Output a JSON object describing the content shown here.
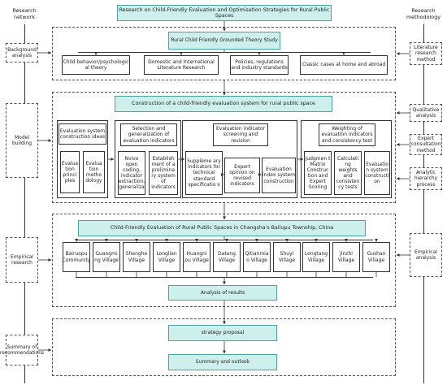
{
  "header": {
    "left": "Research network",
    "title": "Research on Child-Friendly Evaluation and Optimisation Strategies for Rural Public Spaces",
    "right": "Research methodology"
  },
  "left_labels": [
    "Background analysis",
    "Model building",
    "Empirical research",
    "Summary of recommendations"
  ],
  "right_labels": [
    "Literature research method",
    "Qualitative analysis",
    "Expert consultation method",
    "Analytic hierarchy process",
    "Empirical analysis"
  ],
  "section1": {
    "title": "Rural Child Friendly Grounded Theory Study",
    "items": [
      "Child behavior/psychologic al theory",
      "Domestic and International Literature Research",
      "Policies, regulations and industry standards",
      "Classic cases at home and abroad"
    ]
  },
  "section2": {
    "title": "Construction of a child-friendly evaluation system for rural public space",
    "groups": [
      {
        "title": "Evaluation system construction ideas",
        "items": [
          "Evalua tion princi ples",
          "Evalua tion metho dology"
        ]
      },
      {
        "title": "Selection and generalization of evaluation indicators",
        "items": [
          "Nvivo open coding, indicator extraction, generaliza",
          "Establish ment of a prelimina ry system of indicators"
        ]
      },
      {
        "title": "Evaluation indicator screening and revision",
        "items": [
          "Suppleme ary indicators for technical standard specificatio s",
          "Expert opinion on revised indicators",
          "Evaluation index system construction"
        ]
      },
      {
        "title": "Weighting of evaluation indicators and consistency test",
        "items": [
          "Judgmen t Matrix Construc tion and Expert Scoring",
          "Calculati ng weights and consisten cy tests",
          "Evaluatio n system constructi on"
        ]
      }
    ]
  },
  "section3": {
    "title": "Child-Friendly Evaluation of Rural Public Spaces in Changsha's Bailupu Township, China",
    "villages": [
      "Bairuopu Community",
      "Guangmi ng Village",
      "Shenghe Village",
      "Longlian Village",
      "Huangni pu Village",
      "Datang Village",
      "Qitianmia o Village",
      "Shuyi Village",
      "Longtang Village",
      "Jinzhi Village",
      "Gushan Village"
    ],
    "result": "Analysis of results"
  },
  "section4": {
    "items": [
      "strategy proposal",
      "Summary and outlook"
    ]
  },
  "colors": {
    "teal_fill": "#cdf0ec",
    "teal_border": "#4aa69c",
    "dash": "#555555"
  }
}
